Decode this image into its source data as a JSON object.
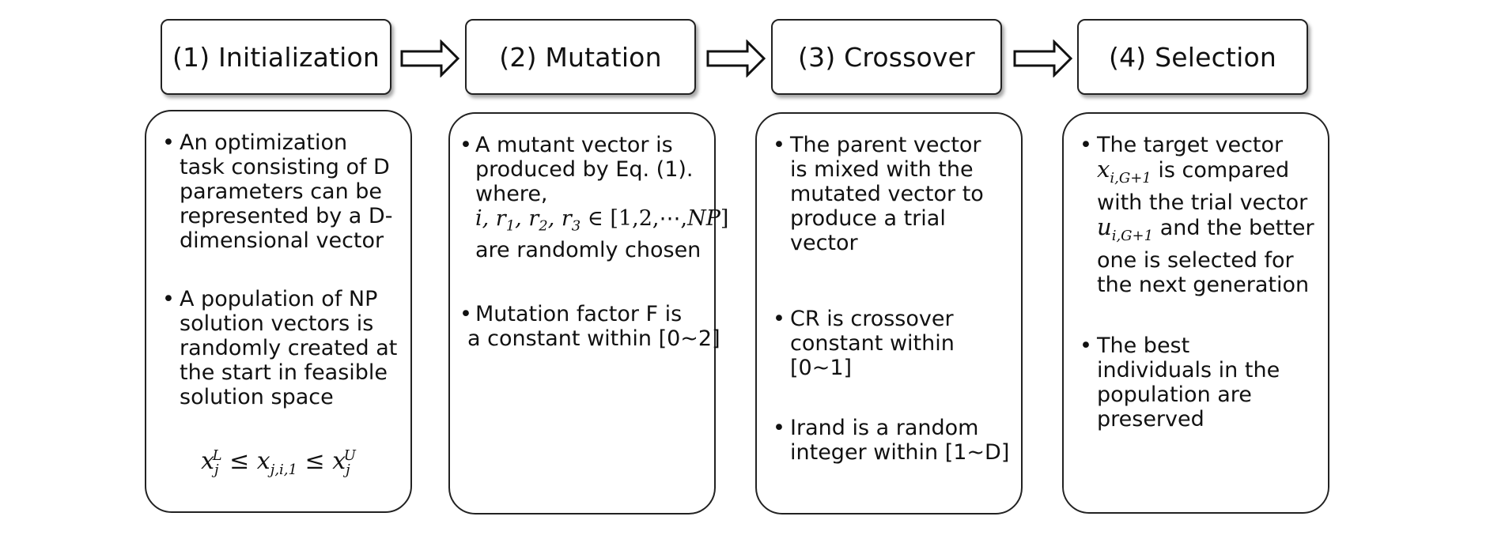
{
  "stages": [
    {
      "label": "(1) Initialization"
    },
    {
      "label": "(2) Mutation"
    },
    {
      "label": "(3) Crossover"
    },
    {
      "label": "(4) Selection"
    }
  ],
  "panels": {
    "initialization": {
      "bullet1": "An optimization task consisting of D parameters can be represented by a D-dimensional vector",
      "bullet2": "A population of NP solution vectors is randomly created at the start in feasible solution space",
      "formula": "x_j^L ≤ x_{j,i,1} ≤ x_j^U"
    },
    "mutation": {
      "bullet1_line1": "A mutant vector is",
      "bullet1_line2": "produced by Eq. (1).",
      "bullet1_line3": "where,",
      "bullet1_math": "i, r1, r2, r3 ∈ [1,2,⋯,NP]",
      "bullet1_line5": "are randomly chosen",
      "bullet2_line1": "Mutation factor F is",
      "bullet2_line2": "a constant within [0~2]"
    },
    "crossover": {
      "bullet1": "The parent vector is mixed with the mutated vector to produce a trial vector",
      "bullet2": "CR is crossover constant within [0~1]",
      "bullet3": "Irand is a random integer within [1~D]"
    },
    "selection": {
      "bullet1_line1": "The target vector",
      "bullet1_math1": "x_{i,G+1}",
      "bullet1_line2_after": "is compared",
      "bullet1_line3": "with the trial vector",
      "bullet1_math2": "u_{i,G+1}",
      "bullet1_line4_after": "and the better",
      "bullet1_line5": "one is selected for",
      "bullet1_line6": "the next generation",
      "bullet2": "The best individuals in the population are preserved"
    }
  },
  "bullet_symbol": "•"
}
